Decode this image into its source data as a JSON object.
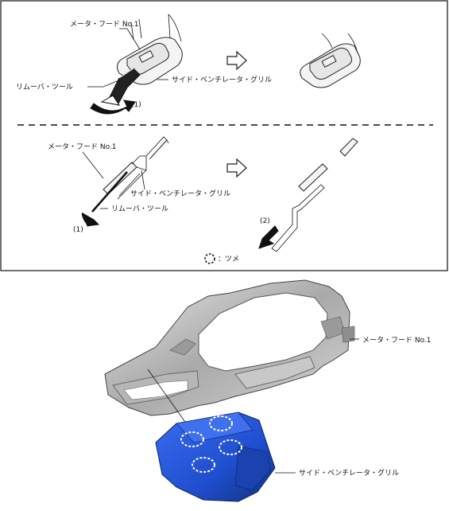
{
  "labels": {
    "meter_hood": "メータ・フード No.1",
    "side_ventilator_grille": "サイド・ベンチレータ・グリル",
    "removal_tool": "リムーバ・ツール",
    "step_1": "(1)",
    "step_2": "(2)",
    "claw_legend": "：ツメ"
  },
  "colors": {
    "grille_blue": "#1f4fcf",
    "grille_blue_dark": "#123590",
    "hood_gray": "#bdbdbd",
    "hood_gray_dark": "#7a7a7a"
  }
}
